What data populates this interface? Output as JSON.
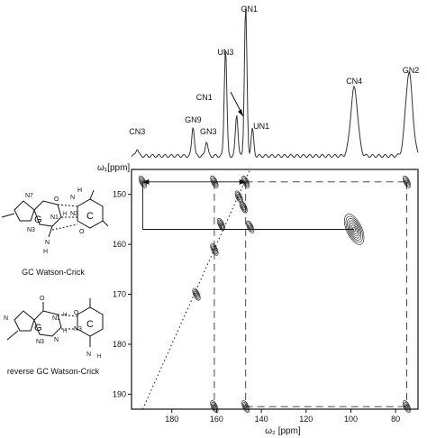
{
  "chart_data": {
    "type": "heatmap",
    "title": "",
    "xlabel": "ω₂ [ppm]",
    "ylabel": "ω₁[ppm]",
    "xlim": [
      198,
      70
    ],
    "ylim": [
      145,
      193
    ],
    "x_ticks": [
      180,
      160,
      140,
      120,
      100,
      80
    ],
    "y_ticks": [
      150,
      160,
      170,
      180,
      190
    ],
    "spectrum_1d": {
      "baseline": 0,
      "peaks": [
        {
          "label": "CN3",
          "ppm": 195.5,
          "height": 0.05
        },
        {
          "label": "GN9",
          "ppm": 170.5,
          "height": 0.2
        },
        {
          "label": "GN3",
          "ppm": 164.5,
          "height": 0.1
        },
        {
          "label": "UN3",
          "ppm": 156.0,
          "height": 0.72
        },
        {
          "label": "CN1",
          "ppm": 151.0,
          "height": 0.28
        },
        {
          "label": "GN1",
          "ppm": 147.0,
          "height": 1.0
        },
        {
          "label": "UN1",
          "ppm": 144.0,
          "height": 0.18
        },
        {
          "label": "CN4",
          "ppm": 98.5,
          "height": 0.45
        },
        {
          "label": "GN2",
          "ppm": 74.0,
          "height": 0.55
        }
      ]
    },
    "cross_peaks": [
      {
        "x": 193,
        "y": 147.5
      },
      {
        "x": 161,
        "y": 147.5
      },
      {
        "x": 147,
        "y": 147.5
      },
      {
        "x": 75,
        "y": 147.5
      },
      {
        "x": 150,
        "y": 150.5
      },
      {
        "x": 148,
        "y": 152.5
      },
      {
        "x": 158,
        "y": 156
      },
      {
        "x": 145,
        "y": 156.5
      },
      {
        "x": 98.5,
        "y": 157
      },
      {
        "x": 161,
        "y": 161
      },
      {
        "x": 169,
        "y": 170
      },
      {
        "x": 161,
        "y": 192.5
      },
      {
        "x": 147,
        "y": 192.5
      },
      {
        "x": 75,
        "y": 192.5
      }
    ]
  },
  "structures": [
    {
      "caption": "GC Watson-Crick",
      "left_base": "G",
      "right_base": "C",
      "atoms": [
        "N7",
        "O",
        "N",
        "H",
        "N1",
        "H",
        "N3",
        "N3",
        "N",
        "H",
        "O"
      ]
    },
    {
      "caption": "reverse GC Watson-Crick",
      "left_base": "G",
      "right_base": "C",
      "atoms": [
        "O",
        "N",
        "N1",
        "H",
        "O",
        "N3",
        "N3",
        "N",
        "H",
        "N",
        "H"
      ]
    }
  ]
}
